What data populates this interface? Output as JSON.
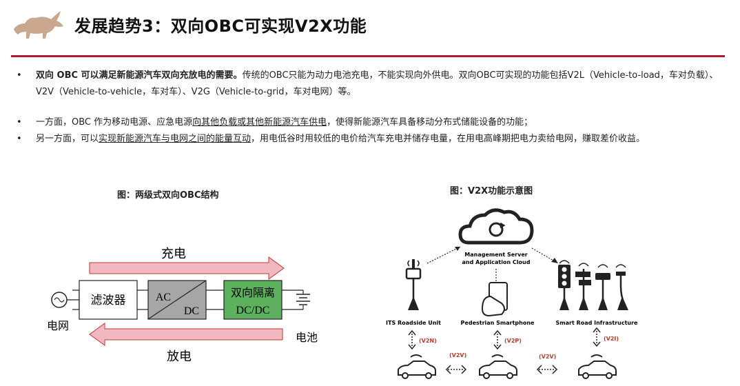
{
  "header": {
    "title": "发展趋势3：双向OBC可实现V2X功能"
  },
  "bullets": [
    {
      "marker": "•",
      "bold": "双向 OBC 可以满足新能源汽车双向充放电的需要。",
      "text": "传统的OBC只能为动力电池充电，不能实现向外供电。双向OBC可实现的功能包括V2L（Vehicle-to-load，车对负载）、V2V（Vehicle-to-vehicle，车对车）、V2G（Vehicle-to-grid，车对电网）等。"
    },
    {
      "marker": "•",
      "pre": "一方面，OBC 作为移动电源、应急电源",
      "underline": "向其他负载或其他新能源汽车供电",
      "post": "，使得新能源汽车具备移动分布式储能设备的功能；"
    },
    {
      "marker": "•",
      "pre": "另一方面，可以",
      "underline": "实现新能源汽车与电网之间的能量互动",
      "post": "，用电低谷时用较低的电价给汽车充电并储存电量，在用电高峰期把电力卖给电网，赚取差价收益。"
    }
  ],
  "figure_left": {
    "caption": "图：两级式双向OBC结构",
    "charge_label": "充电",
    "discharge_label": "放电",
    "grid_label": "电网",
    "battery_label": "电池",
    "filter_label": "滤波器",
    "acdc_top": "AC",
    "acdc_bottom": "DC",
    "dcdc_top": "双向隔离",
    "dcdc_bottom": "DC/DC"
  },
  "figure_right": {
    "caption": "图：V2X功能示意图",
    "cloud_label_1": "Management Server",
    "cloud_label_2": "and Application Cloud",
    "its_label": "ITS Roadside Unit",
    "phone_label": "Pedestrian Smartphone",
    "infra_label": "Smart Road Infrastructure",
    "v2n": "(V2N)",
    "v2p": "(V2P)",
    "v2i": "(V2I)",
    "v2v_1": "(V2V)",
    "v2v_2": "(V2V)"
  },
  "colors": {
    "accent": "#b01c2e",
    "arrow_pink": "#f2b8c2",
    "arrow_border": "#c0392b",
    "acdc_fill": "#a6a6a6",
    "dcdc_fill": "#5db05d"
  }
}
